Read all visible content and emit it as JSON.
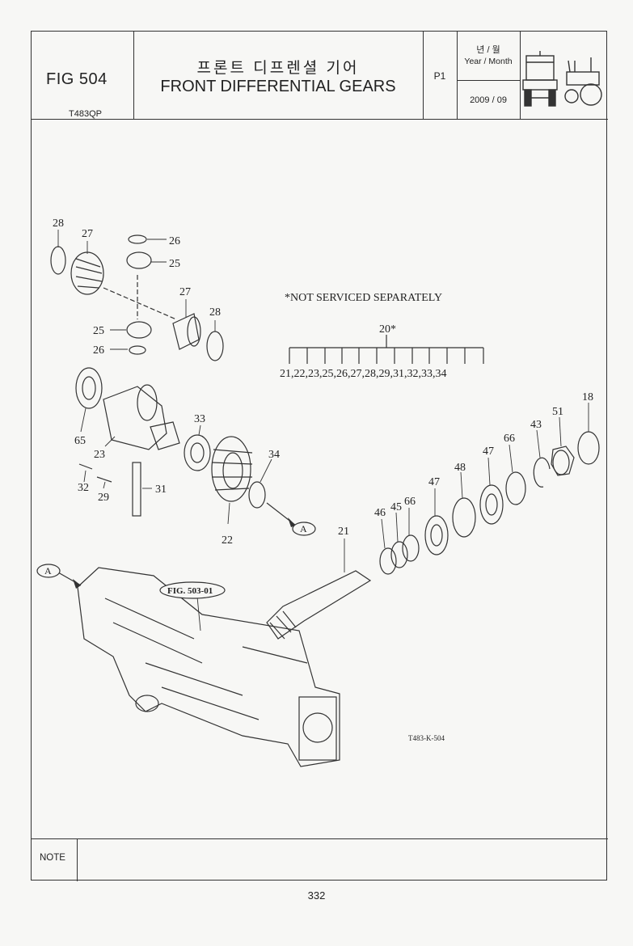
{
  "header": {
    "figure_number": "FIG 504",
    "model_code": "T483QP",
    "title_korean": "프론트 디프렌셜 기어",
    "title_english": "FRONT DIFFERENTIAL GEARS",
    "page_code": "P1",
    "year_month_korean": "년 / 월",
    "year_month_english": "Year / Month",
    "year_month_value": "2009 / 09"
  },
  "diagram": {
    "not_serviced_note": "*NOT SERVICED SEPARATELY",
    "group_label": "20*",
    "group_members": "21,22,23,25,26,27,28,29,31,32,33,34",
    "drawing_code": "T483-K-504",
    "reference_label": "FIG. 503-01",
    "connector_label": "A",
    "part_labels": {
      "p28a": "28",
      "p27a": "27",
      "p26a": "26",
      "p25a": "25",
      "p27b": "27",
      "p28b": "28",
      "p25b": "25",
      "p26b": "26",
      "p65": "65",
      "p23": "23",
      "p33": "33",
      "p34": "34",
      "p32": "32",
      "p29": "29",
      "p31": "31",
      "p22": "22",
      "p21": "21",
      "p46": "46",
      "p45": "45",
      "p66a": "66",
      "p47a": "47",
      "p48": "48",
      "p47b": "47",
      "p66b": "66",
      "p43": "43",
      "p51": "51",
      "p18": "18"
    }
  },
  "footer": {
    "note_label": "NOTE",
    "page_number": "332"
  }
}
